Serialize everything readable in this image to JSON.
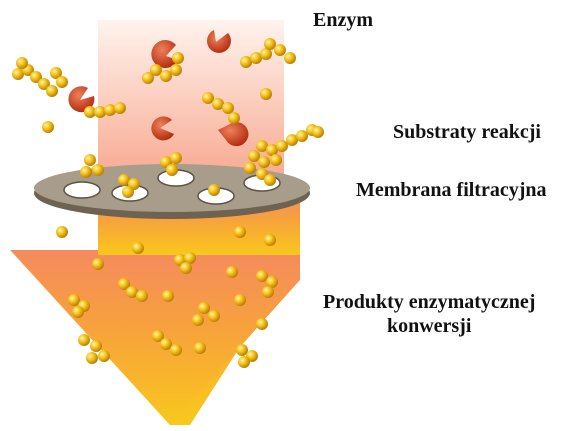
{
  "labels": {
    "enzyme": "Enzym",
    "substrates": "Substraty reakcji",
    "membrane": "Membrana filtracyjna",
    "products_line1": "Produkty enzymatycznej",
    "products_line2": "konwersji"
  },
  "colors": {
    "arrow_top": "#fbe3d9",
    "arrow_mid": "#f7a882",
    "arrow_bottom": "#f7c21e",
    "membrane": "#a89c8a",
    "membrane_edge": "#6e6352",
    "particle": "#f0b400",
    "enzyme": "#cc3a1a"
  }
}
